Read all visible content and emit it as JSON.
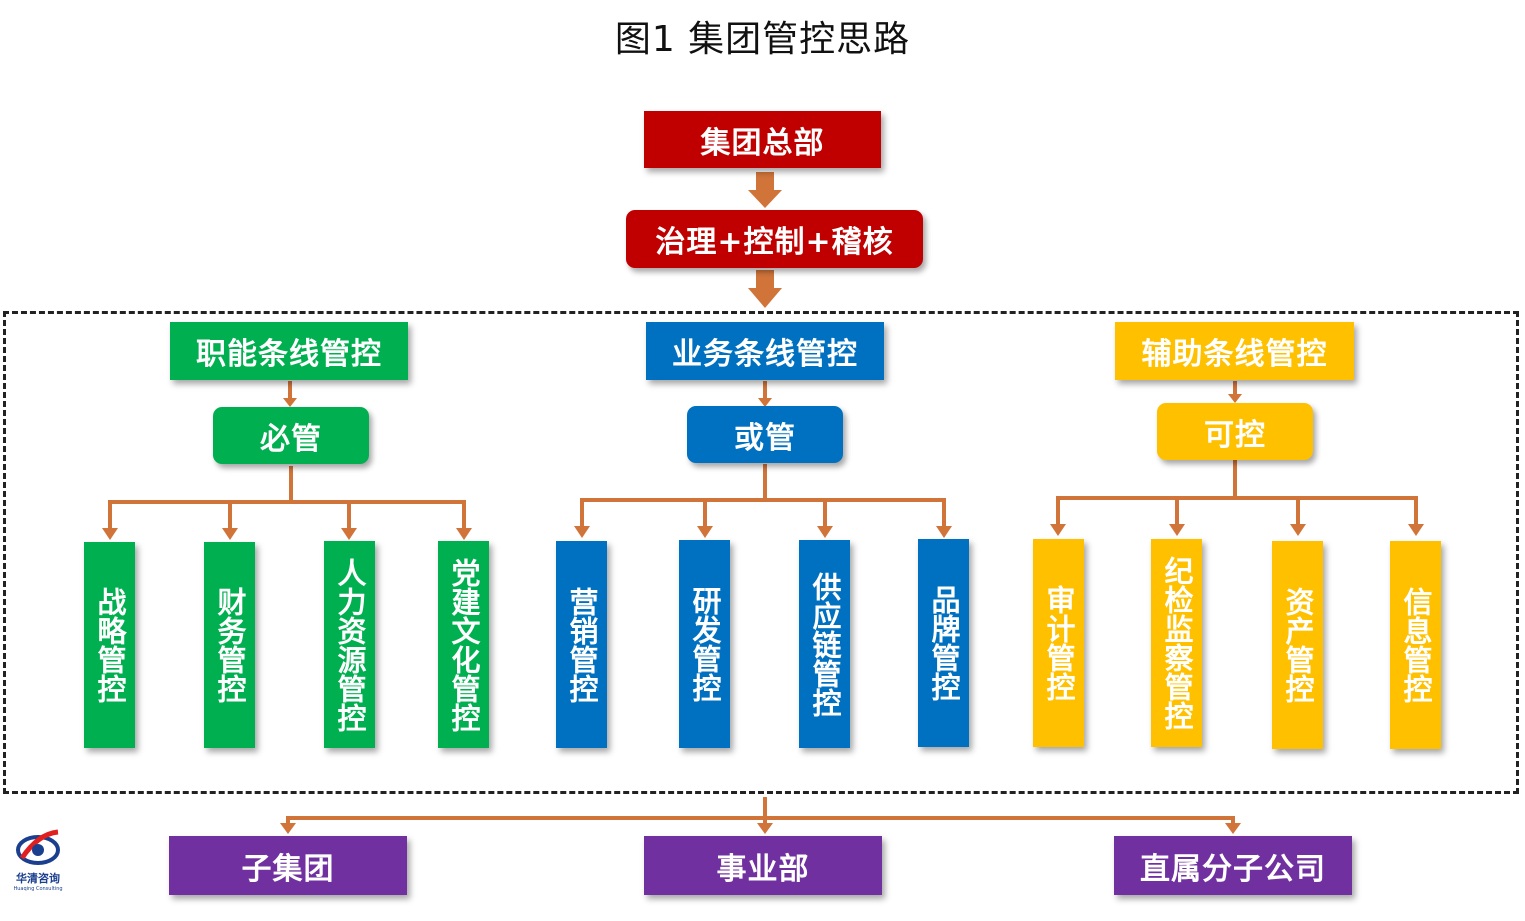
{
  "title": "图1  集团管控思路",
  "colors": {
    "red": "#c00000",
    "green": "#00b050",
    "blue": "#0070c0",
    "yellow": "#ffc000",
    "purple": "#7030a0",
    "connector": "#d0743a"
  },
  "top": {
    "hq": "集团总部",
    "governance": "治理+控制+稽核"
  },
  "lines": {
    "function": {
      "label": "职能条线管控",
      "mode": "必管",
      "items": [
        "战略管控",
        "财务管控",
        "人力资源管控",
        "党建文化管控"
      ]
    },
    "business": {
      "label": "业务条线管控",
      "mode": "或管",
      "items": [
        "营销管控",
        "研发管控",
        "供应链管控",
        "品牌管控"
      ]
    },
    "auxiliary": {
      "label": "辅助条线管控",
      "mode": "可控",
      "items": [
        "审计管控",
        "纪检监察管控",
        "资产管控",
        "信息管控"
      ]
    }
  },
  "bottom": [
    "子集团",
    "事业部",
    "直属分子公司"
  ],
  "logo": {
    "name": "华清咨询",
    "sub": "Huaqing Consulting"
  }
}
